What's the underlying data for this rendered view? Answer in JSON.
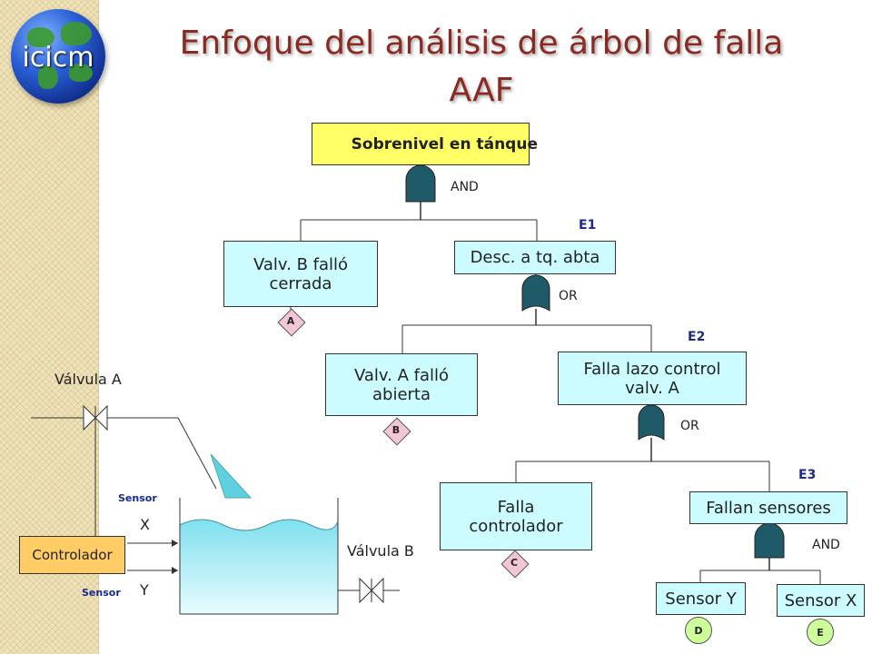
{
  "title_line1": "Enfoque del análisis de árbol de falla",
  "title_line2": "AAF",
  "logo_text": "icicm",
  "tree": {
    "top": "Sobrenivel en  tánque",
    "gate_top": "AND",
    "valvb": {
      "line1": "Valv. B  falló",
      "line2": "cerrada",
      "code": "A"
    },
    "desc": {
      "label": "Desc. a tq. abta",
      "event": "E1"
    },
    "gate_or1": "OR",
    "valva": {
      "line1": "Valv. A falló",
      "line2": "abierta",
      "code": "B"
    },
    "falla_lazo": {
      "line1": "Falla lazo control",
      "line2": "valv. A",
      "event": "E2"
    },
    "gate_or2": "OR",
    "falla_ctrl": {
      "line1": "Falla",
      "line2": "controlador",
      "code": "C"
    },
    "fallan_sens": {
      "label": "Fallan sensores",
      "event": "E3"
    },
    "gate_and2": "AND",
    "sensor_y": {
      "label": "Sensor Y",
      "code": "D"
    },
    "sensor_x": {
      "label": "Sensor X",
      "code": "E"
    }
  },
  "process": {
    "valve_a": "Válvula A",
    "valve_b": "Válvula B",
    "controller": "Controlador",
    "sensor_word_1": "Sensor",
    "sensor_x": "X",
    "sensor_word_2": "Sensor",
    "sensor_y": "Y"
  }
}
